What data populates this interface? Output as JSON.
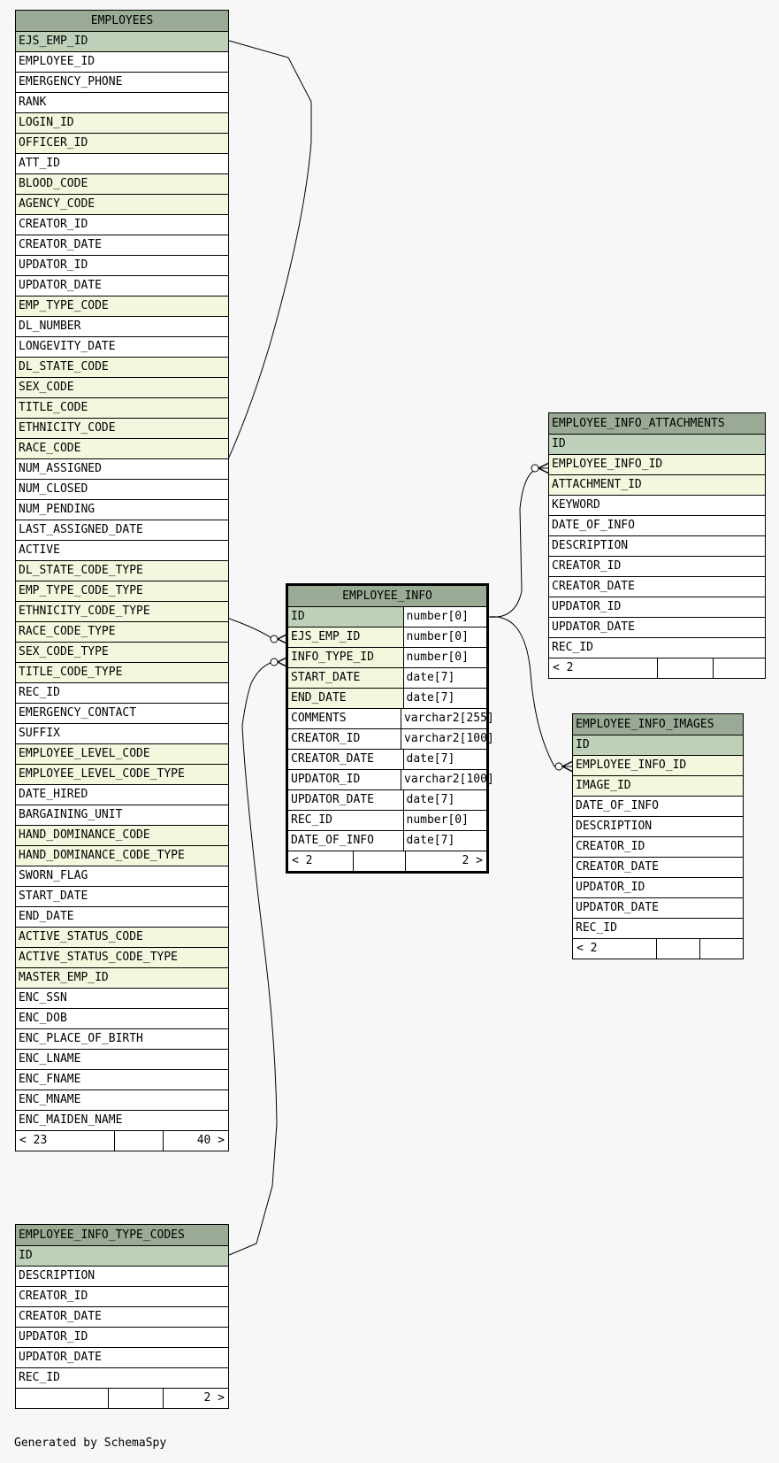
{
  "tables": {
    "employees": {
      "name": "EMPLOYEES",
      "columns": [
        {
          "name": "EJS_EMP_ID",
          "kind": "pk"
        },
        {
          "name": "EMPLOYEE_ID",
          "kind": ""
        },
        {
          "name": "EMERGENCY_PHONE",
          "kind": ""
        },
        {
          "name": "RANK",
          "kind": ""
        },
        {
          "name": "LOGIN_ID",
          "kind": "fk"
        },
        {
          "name": "OFFICER_ID",
          "kind": "fk"
        },
        {
          "name": "ATT_ID",
          "kind": ""
        },
        {
          "name": "BLOOD_CODE",
          "kind": "fk"
        },
        {
          "name": "AGENCY_CODE",
          "kind": "fk"
        },
        {
          "name": "CREATOR_ID",
          "kind": ""
        },
        {
          "name": "CREATOR_DATE",
          "kind": ""
        },
        {
          "name": "UPDATOR_ID",
          "kind": ""
        },
        {
          "name": "UPDATOR_DATE",
          "kind": ""
        },
        {
          "name": "EMP_TYPE_CODE",
          "kind": "fk"
        },
        {
          "name": "DL_NUMBER",
          "kind": ""
        },
        {
          "name": "LONGEVITY_DATE",
          "kind": ""
        },
        {
          "name": "DL_STATE_CODE",
          "kind": "fk"
        },
        {
          "name": "SEX_CODE",
          "kind": "fk"
        },
        {
          "name": "TITLE_CODE",
          "kind": "fk"
        },
        {
          "name": "ETHNICITY_CODE",
          "kind": "fk"
        },
        {
          "name": "RACE_CODE",
          "kind": "fk"
        },
        {
          "name": "NUM_ASSIGNED",
          "kind": ""
        },
        {
          "name": "NUM_CLOSED",
          "kind": ""
        },
        {
          "name": "NUM_PENDING",
          "kind": ""
        },
        {
          "name": "LAST_ASSIGNED_DATE",
          "kind": ""
        },
        {
          "name": "ACTIVE",
          "kind": ""
        },
        {
          "name": "DL_STATE_CODE_TYPE",
          "kind": "fk"
        },
        {
          "name": "EMP_TYPE_CODE_TYPE",
          "kind": "fk"
        },
        {
          "name": "ETHNICITY_CODE_TYPE",
          "kind": "fk"
        },
        {
          "name": "RACE_CODE_TYPE",
          "kind": "fk"
        },
        {
          "name": "SEX_CODE_TYPE",
          "kind": "fk"
        },
        {
          "name": "TITLE_CODE_TYPE",
          "kind": "fk"
        },
        {
          "name": "REC_ID",
          "kind": ""
        },
        {
          "name": "EMERGENCY_CONTACT",
          "kind": ""
        },
        {
          "name": "SUFFIX",
          "kind": ""
        },
        {
          "name": "EMPLOYEE_LEVEL_CODE",
          "kind": "fk"
        },
        {
          "name": "EMPLOYEE_LEVEL_CODE_TYPE",
          "kind": "fk"
        },
        {
          "name": "DATE_HIRED",
          "kind": ""
        },
        {
          "name": "BARGAINING_UNIT",
          "kind": ""
        },
        {
          "name": "HAND_DOMINANCE_CODE",
          "kind": "fk"
        },
        {
          "name": "HAND_DOMINANCE_CODE_TYPE",
          "kind": "fk"
        },
        {
          "name": "SWORN_FLAG",
          "kind": ""
        },
        {
          "name": "START_DATE",
          "kind": ""
        },
        {
          "name": "END_DATE",
          "kind": ""
        },
        {
          "name": "ACTIVE_STATUS_CODE",
          "kind": "fk"
        },
        {
          "name": "ACTIVE_STATUS_CODE_TYPE",
          "kind": "fk"
        },
        {
          "name": "MASTER_EMP_ID",
          "kind": "fk"
        },
        {
          "name": "ENC_SSN",
          "kind": ""
        },
        {
          "name": "ENC_DOB",
          "kind": ""
        },
        {
          "name": "ENC_PLACE_OF_BIRTH",
          "kind": ""
        },
        {
          "name": "ENC_LNAME",
          "kind": ""
        },
        {
          "name": "ENC_FNAME",
          "kind": ""
        },
        {
          "name": "ENC_MNAME",
          "kind": ""
        },
        {
          "name": "ENC_MAIDEN_NAME",
          "kind": ""
        }
      ],
      "footer": [
        "< 23",
        "",
        "40 >"
      ]
    },
    "employee_info_type_codes": {
      "name": "EMPLOYEE_INFO_TYPE_CODES",
      "columns": [
        {
          "name": "ID",
          "kind": "pk"
        },
        {
          "name": "DESCRIPTION",
          "kind": ""
        },
        {
          "name": "CREATOR_ID",
          "kind": ""
        },
        {
          "name": "CREATOR_DATE",
          "kind": ""
        },
        {
          "name": "UPDATOR_ID",
          "kind": ""
        },
        {
          "name": "UPDATOR_DATE",
          "kind": ""
        },
        {
          "name": "REC_ID",
          "kind": ""
        }
      ],
      "footer": [
        "",
        "",
        "2 >"
      ]
    },
    "employee_info": {
      "name": "EMPLOYEE_INFO",
      "columns": [
        {
          "name": "ID",
          "type": "number[0]",
          "kind": "pk"
        },
        {
          "name": "EJS_EMP_ID",
          "type": "number[0]",
          "kind": "fk"
        },
        {
          "name": "INFO_TYPE_ID",
          "type": "number[0]",
          "kind": "fk"
        },
        {
          "name": "START_DATE",
          "type": "date[7]",
          "kind": "fk"
        },
        {
          "name": "END_DATE",
          "type": "date[7]",
          "kind": "fk"
        },
        {
          "name": "COMMENTS",
          "type": "varchar2[255]",
          "kind": ""
        },
        {
          "name": "CREATOR_ID",
          "type": "varchar2[100]",
          "kind": ""
        },
        {
          "name": "CREATOR_DATE",
          "type": "date[7]",
          "kind": ""
        },
        {
          "name": "UPDATOR_ID",
          "type": "varchar2[100]",
          "kind": ""
        },
        {
          "name": "UPDATOR_DATE",
          "type": "date[7]",
          "kind": ""
        },
        {
          "name": "REC_ID",
          "type": "number[0]",
          "kind": ""
        },
        {
          "name": "DATE_OF_INFO",
          "type": "date[7]",
          "kind": ""
        }
      ],
      "footer": [
        "< 2",
        "",
        "2 >"
      ]
    },
    "employee_info_attachments": {
      "name": "EMPLOYEE_INFO_ATTACHMENTS",
      "columns": [
        {
          "name": "ID",
          "kind": "pk"
        },
        {
          "name": "EMPLOYEE_INFO_ID",
          "kind": "fk"
        },
        {
          "name": "ATTACHMENT_ID",
          "kind": "fk"
        },
        {
          "name": "KEYWORD",
          "kind": ""
        },
        {
          "name": "DATE_OF_INFO",
          "kind": ""
        },
        {
          "name": "DESCRIPTION",
          "kind": ""
        },
        {
          "name": "CREATOR_ID",
          "kind": ""
        },
        {
          "name": "CREATOR_DATE",
          "kind": ""
        },
        {
          "name": "UPDATOR_ID",
          "kind": ""
        },
        {
          "name": "UPDATOR_DATE",
          "kind": ""
        },
        {
          "name": "REC_ID",
          "kind": ""
        }
      ],
      "footer": [
        "< 2",
        "",
        ""
      ]
    },
    "employee_info_images": {
      "name": "EMPLOYEE_INFO_IMAGES",
      "columns": [
        {
          "name": "ID",
          "kind": "pk"
        },
        {
          "name": "EMPLOYEE_INFO_ID",
          "kind": "fk"
        },
        {
          "name": "IMAGE_ID",
          "kind": "fk"
        },
        {
          "name": "DATE_OF_INFO",
          "kind": ""
        },
        {
          "name": "DESCRIPTION",
          "kind": ""
        },
        {
          "name": "CREATOR_ID",
          "kind": ""
        },
        {
          "name": "CREATOR_DATE",
          "kind": ""
        },
        {
          "name": "UPDATOR_ID",
          "kind": ""
        },
        {
          "name": "UPDATOR_DATE",
          "kind": ""
        },
        {
          "name": "REC_ID",
          "kind": ""
        }
      ],
      "footer": [
        "< 2",
        "",
        ""
      ]
    }
  },
  "generated_by": "Generated by SchemaSpy",
  "colors": {
    "header": "#9aaa94",
    "primary_key": "#bed1b8",
    "foreign_key": "#f4f7de",
    "background": "#f7f7f7"
  }
}
